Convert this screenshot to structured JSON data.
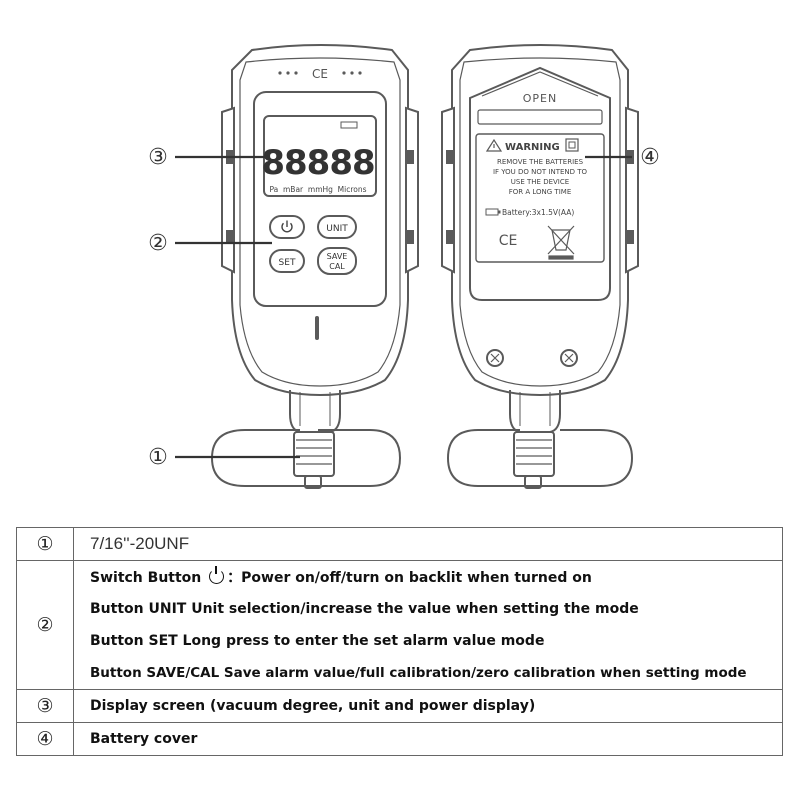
{
  "callouts": {
    "c1": "①",
    "c2": "②",
    "c3": "③",
    "c4": "④"
  },
  "front": {
    "ce_mark": "CE",
    "display_digits": "88888",
    "battery_indicator": "",
    "units": "Pa  mBar  mmHg  Microns",
    "buttons": {
      "power": "⏻",
      "unit": "UNIT",
      "set": "SET",
      "save_cal_line1": "SAVE",
      "save_cal_line2": "CAL"
    }
  },
  "back": {
    "open_label": "OPEN",
    "warning_title": "WARNING",
    "warning_lines": [
      "REMOVE THE BATTERIES",
      "IF YOU DO NOT INTEND TO",
      "USE THE DEVICE",
      "FOR A LONG TIME"
    ],
    "battery_spec": "Battery:3x1.5V(AA)",
    "ce_mark": "CE"
  },
  "legend": {
    "rows": [
      {
        "num": "①",
        "text": "7/16''-20UNF"
      },
      {
        "num": "②",
        "items": [
          {
            "pre": "Switch Button ",
            "post": "：Power on/off/turn on backlit when turned on"
          },
          {
            "text": "Button UNIT  Unit selection/increase the value when setting the mode"
          },
          {
            "text": "Button SET   Long press to enter the set alarm value mode"
          },
          {
            "text": "Button SAVE/CAL   Save alarm value/full calibration/zero calibration when setting mode"
          }
        ]
      },
      {
        "num": "③",
        "text": "Display screen (vacuum degree, unit and power display)"
      },
      {
        "num": "④",
        "text": "Battery cover"
      }
    ]
  },
  "colors": {
    "outline": "#5a5a5a",
    "callout_line": "#333333",
    "table_border": "#666666"
  }
}
